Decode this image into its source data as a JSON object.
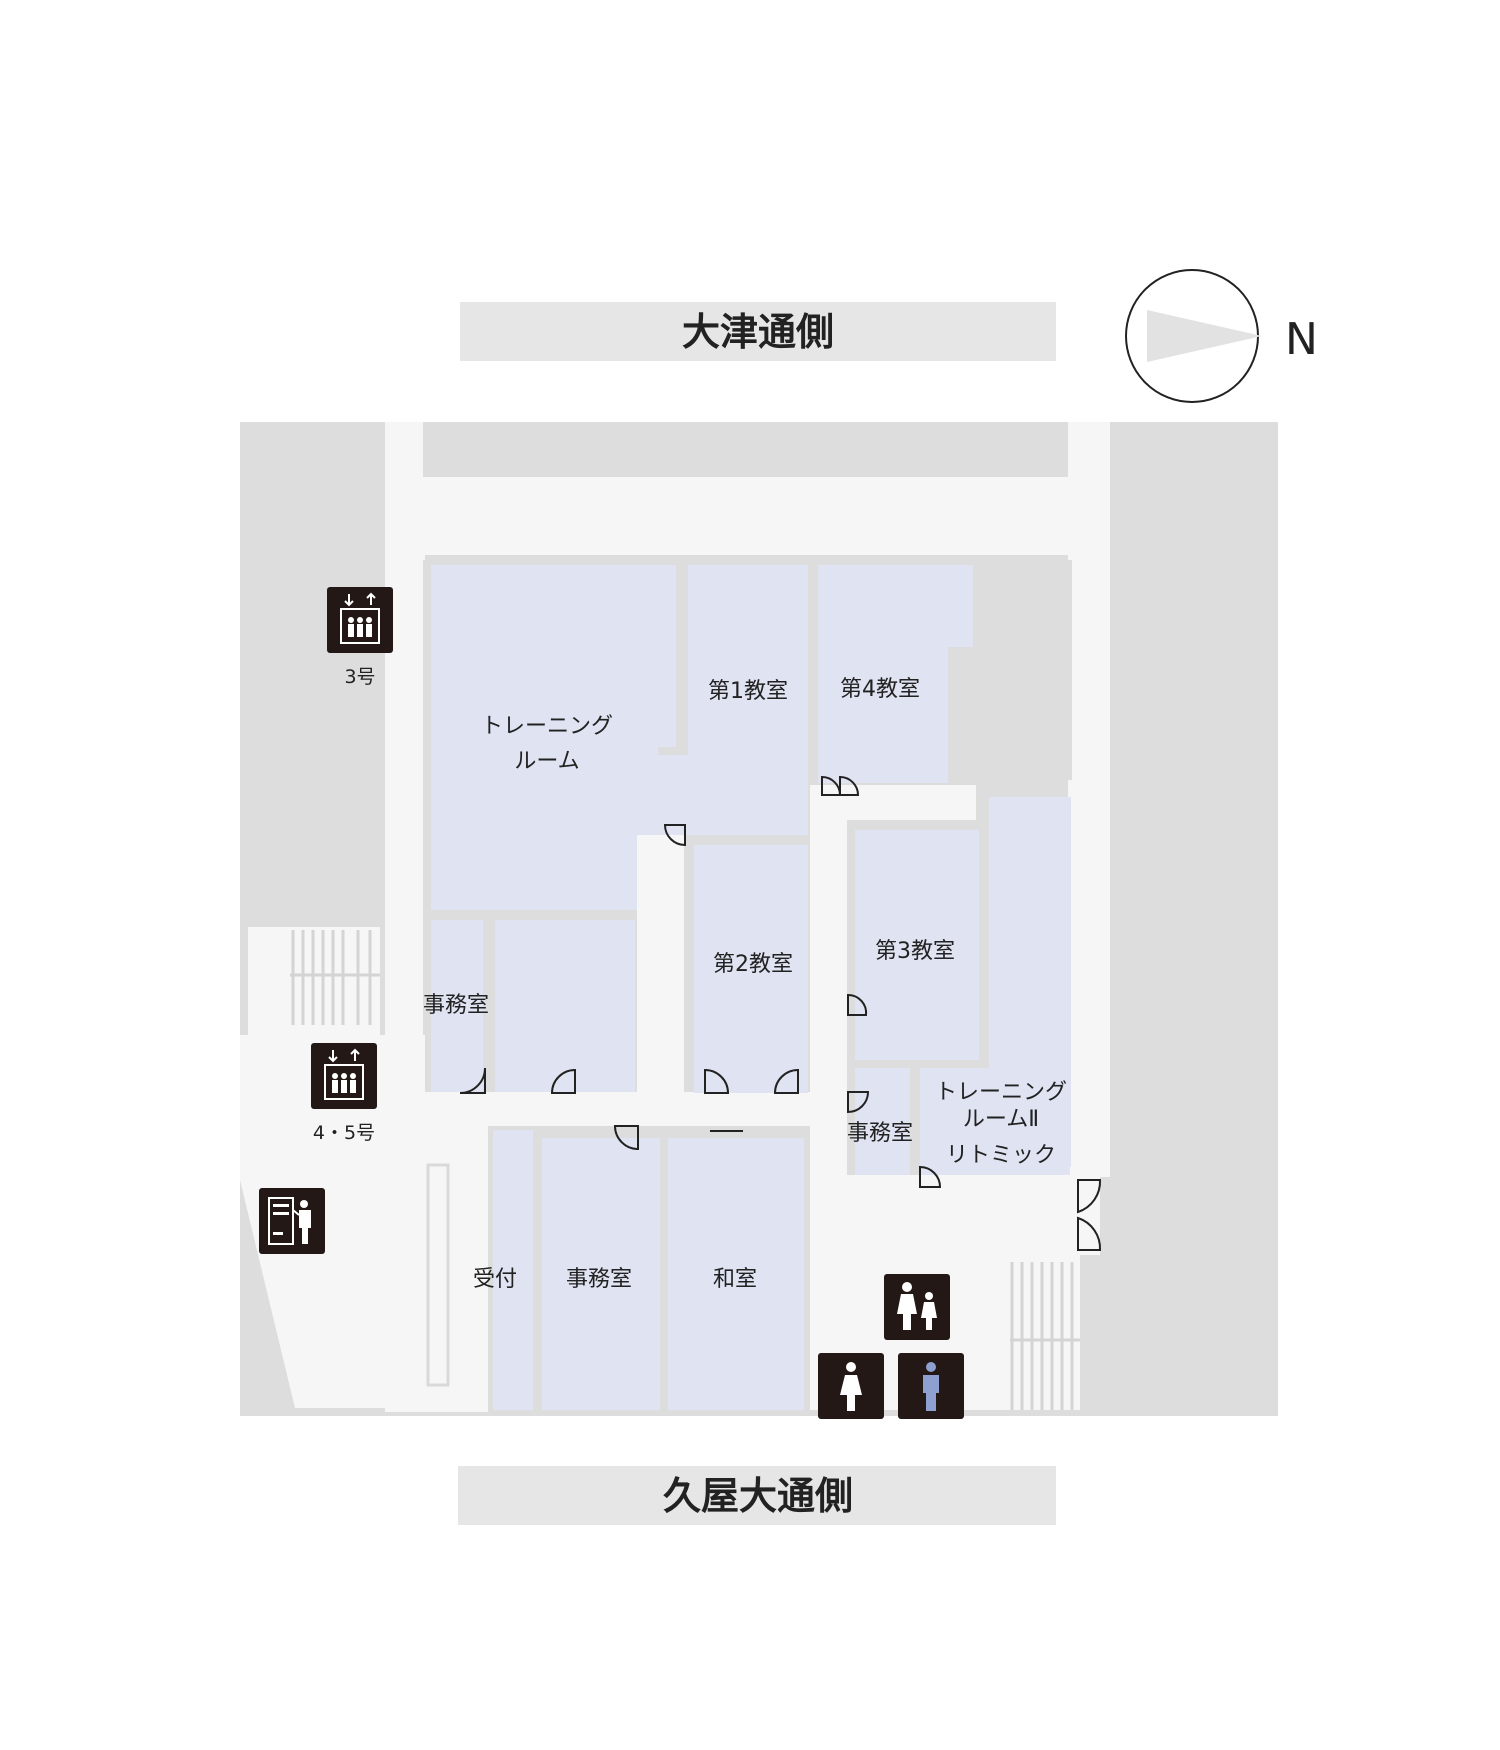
{
  "streets": {
    "top": "大津通側",
    "bottom": "久屋大通側"
  },
  "compass": {
    "label": "N",
    "icon": "north-arrow-icon"
  },
  "rooms": {
    "training_room": [
      "トレーニング",
      "ルーム"
    ],
    "class1": "第1教室",
    "class2": "第2教室",
    "class3": "第3教室",
    "class4": "第4教室",
    "office_left": "事務室",
    "office_right": "事務室",
    "office_bottom": "事務室",
    "reception": "受付",
    "japanese_room": "和室",
    "training_room2": [
      "トレーニング",
      "ルームⅡ",
      "リトミック"
    ]
  },
  "elevators": {
    "elevator3": "3号",
    "elevator45": "4・5号"
  },
  "icons": {
    "elevator": "elevator-icon",
    "ticket_machine": "ticket-machine-icon",
    "multipurpose_toilet": "multipurpose-toilet-icon",
    "womens_toilet": "womens-toilet-icon",
    "mens_toilet": "mens-toilet-icon"
  },
  "colors": {
    "room": "#dfe3f2",
    "corridor": "#f6f6f6",
    "wall": "#dddddd",
    "icon_bg": "#231815",
    "male": "#8ea0cf"
  }
}
